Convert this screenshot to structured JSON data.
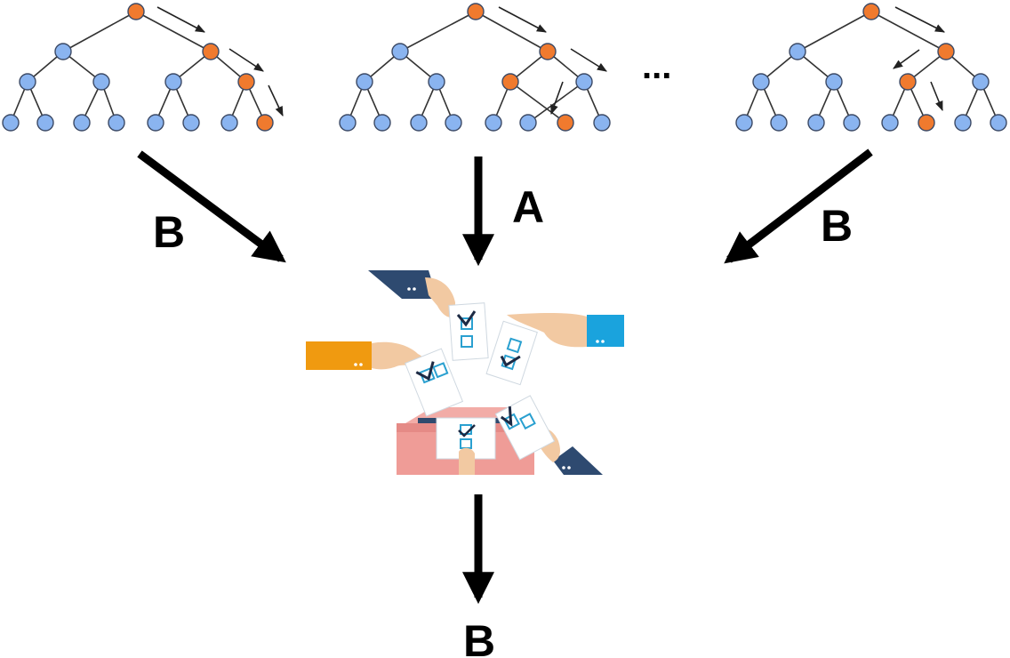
{
  "colors": {
    "node_default": "#8ab4f0",
    "node_path": "#f07a2e",
    "node_stroke": "#3c4a66",
    "edge": "#333333",
    "arrow": "#000000"
  },
  "trees": [
    {
      "path_nodes": [
        1,
        3,
        7,
        15
      ]
    },
    {
      "path_nodes": [
        1,
        3,
        6,
        13
      ]
    },
    {
      "path_nodes": [
        1,
        3,
        6,
        13
      ]
    }
  ],
  "ellipsis": "...",
  "labels": {
    "center_arrow": "A",
    "left_arrow": "B",
    "right_arrow": "B",
    "output": "B"
  }
}
